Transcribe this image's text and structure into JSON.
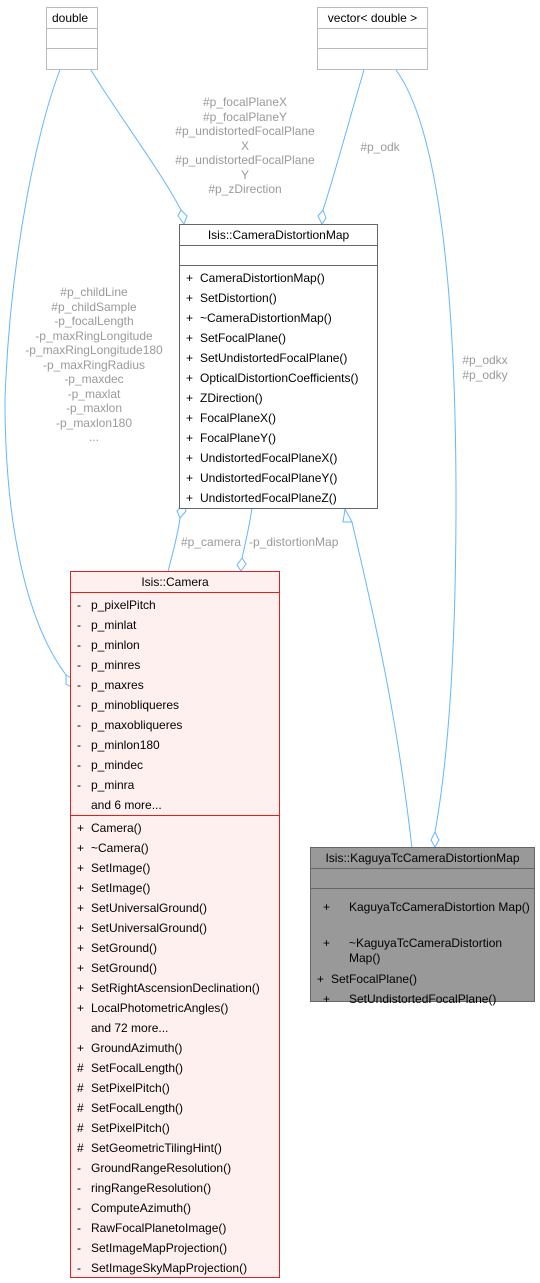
{
  "classes": {
    "double": {
      "name": "double"
    },
    "vector": {
      "name": "vector< double >"
    },
    "distortion_map": {
      "name": "Isis::CameraDistortionMap",
      "methods": [
        {
          "vis": "+",
          "name": "CameraDistortionMap()"
        },
        {
          "vis": "+",
          "name": "SetDistortion()"
        },
        {
          "vis": "+",
          "name": "~CameraDistortionMap()"
        },
        {
          "vis": "+",
          "name": "SetFocalPlane()"
        },
        {
          "vis": "+",
          "name": "SetUndistortedFocalPlane()"
        },
        {
          "vis": "+",
          "name": "OpticalDistortionCoefficients()"
        },
        {
          "vis": "+",
          "name": "ZDirection()"
        },
        {
          "vis": "+",
          "name": "FocalPlaneX()"
        },
        {
          "vis": "+",
          "name": "FocalPlaneY()"
        },
        {
          "vis": "+",
          "name": "UndistortedFocalPlaneX()"
        },
        {
          "vis": "+",
          "name": "UndistortedFocalPlaneY()"
        },
        {
          "vis": "+",
          "name": "UndistortedFocalPlaneZ()"
        }
      ]
    },
    "camera": {
      "name": "Isis::Camera",
      "attributes": [
        {
          "vis": "-",
          "name": "p_pixelPitch"
        },
        {
          "vis": "-",
          "name": "p_minlat"
        },
        {
          "vis": "-",
          "name": "p_minlon"
        },
        {
          "vis": "-",
          "name": "p_minres"
        },
        {
          "vis": "-",
          "name": "p_maxres"
        },
        {
          "vis": "-",
          "name": "p_minobliqueres"
        },
        {
          "vis": "-",
          "name": "p_maxobliqueres"
        },
        {
          "vis": "-",
          "name": "p_minlon180"
        },
        {
          "vis": "-",
          "name": "p_mindec"
        },
        {
          "vis": "-",
          "name": "p_minra"
        }
      ],
      "attributes_more": "and 6 more...",
      "methods_a": [
        {
          "vis": "+",
          "name": "Camera()"
        },
        {
          "vis": "+",
          "name": "~Camera()"
        },
        {
          "vis": "+",
          "name": "SetImage()"
        },
        {
          "vis": "+",
          "name": "SetImage()"
        },
        {
          "vis": "+",
          "name": "SetUniversalGround()"
        },
        {
          "vis": "+",
          "name": "SetUniversalGround()"
        },
        {
          "vis": "+",
          "name": "SetGround()"
        },
        {
          "vis": "+",
          "name": "SetGround()"
        },
        {
          "vis": "+",
          "name": "SetRightAscensionDeclination()"
        },
        {
          "vis": "+",
          "name": "LocalPhotometricAngles()"
        }
      ],
      "methods_more": "and 72 more...",
      "methods_b": [
        {
          "vis": "+",
          "name": "GroundAzimuth()"
        },
        {
          "vis": "#",
          "name": "SetFocalLength()"
        },
        {
          "vis": "#",
          "name": "SetPixelPitch()"
        },
        {
          "vis": "#",
          "name": "SetFocalLength()"
        },
        {
          "vis": "#",
          "name": "SetPixelPitch()"
        },
        {
          "vis": "#",
          "name": "SetGeometricTilingHint()"
        },
        {
          "vis": "-",
          "name": "GroundRangeResolution()"
        },
        {
          "vis": "-",
          "name": "ringRangeResolution()"
        },
        {
          "vis": "-",
          "name": "ComputeAzimuth()"
        },
        {
          "vis": "-",
          "name": "RawFocalPlanetoImage()"
        },
        {
          "vis": "-",
          "name": "SetImageMapProjection()"
        },
        {
          "vis": "-",
          "name": "SetImageSkyMapProjection()"
        }
      ]
    },
    "kaguya": {
      "name": "Isis::KaguyaTcCameraDistortionMap",
      "methods": [
        {
          "vis": "+",
          "name": "KaguyaTcCameraDistortion Map()"
        },
        {
          "vis": "+",
          "name": "~KaguyaTcCameraDistortion Map()"
        },
        {
          "vis": "+",
          "name": "SetFocalPlane()"
        },
        {
          "vis": "+",
          "name": "SetUndistortedFocalPlane()"
        }
      ]
    }
  },
  "edge_labels": {
    "double_to_distortion": [
      "#p_focalPlaneX",
      "#p_focalPlaneY",
      "#p_undistortedFocalPlane",
      "X",
      "#p_undistortedFocalPlane",
      "Y",
      "#p_zDirection"
    ],
    "vector_to_distortion": [
      "#p_odk"
    ],
    "double_to_camera": [
      "#p_childLine",
      "#p_childSample",
      "-p_focalLength",
      "-p_maxRingLongitude",
      "-p_maxRingLongitude180",
      "-p_maxRingRadius",
      "-p_maxdec",
      "-p_maxlat",
      "-p_maxlon",
      "-p_maxlon180",
      "..."
    ],
    "vector_to_kaguya": [
      "#p_odkx",
      "#p_odky"
    ],
    "camera_to_distortion": "#p_camera",
    "distortion_to_camera": "-p_distortionMap"
  },
  "colors": {
    "edge": "#63b8ff",
    "camera_border": "#e02020",
    "camera_fill": "#fff0f0",
    "focus_fill": "#999999"
  }
}
